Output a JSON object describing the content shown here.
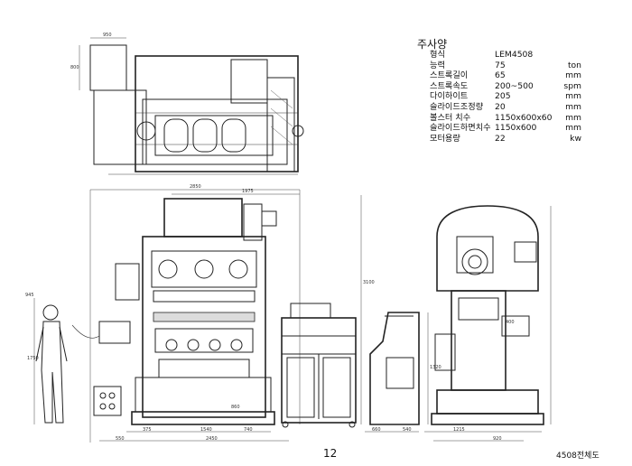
{
  "spec": {
    "title": "주사양",
    "rows": [
      {
        "label": "형식",
        "value": "LEM4508",
        "unit": ""
      },
      {
        "label": "능력",
        "value": "75",
        "unit": "ton"
      },
      {
        "label": "스트록길이",
        "value": "65",
        "unit": "mm"
      },
      {
        "label": "스트록속도",
        "value": "200~500",
        "unit": "spm"
      },
      {
        "label": "다이하이트",
        "value": "205",
        "unit": "mm"
      },
      {
        "label": "슬라이드조정량",
        "value": "20",
        "unit": "mm"
      },
      {
        "label": "볼스터 치수",
        "value": "1150x600x60",
        "unit": "mm"
      },
      {
        "label": "슬라이드하면치수",
        "value": "1150x600",
        "unit": "mm"
      },
      {
        "label": "모터용량",
        "value": "22",
        "unit": "kw"
      }
    ]
  },
  "page_number": "12",
  "caption": "4508전체도",
  "dimensions": {
    "top_width": "950",
    "top_height": "800",
    "overall_width": "2850",
    "right_width": "1975",
    "height_a": "3100",
    "height_b": "945",
    "person_height": "1750",
    "slide_height": "860",
    "base_left": "375",
    "base_mid": "1540",
    "base_right": "740",
    "lower_left": "550",
    "lower_mid": "2450",
    "cabinet_left": "660",
    "cabinet_right": "540",
    "side_a": "1215",
    "side_b": "1320",
    "side_c": "920",
    "side_mark": "400"
  }
}
